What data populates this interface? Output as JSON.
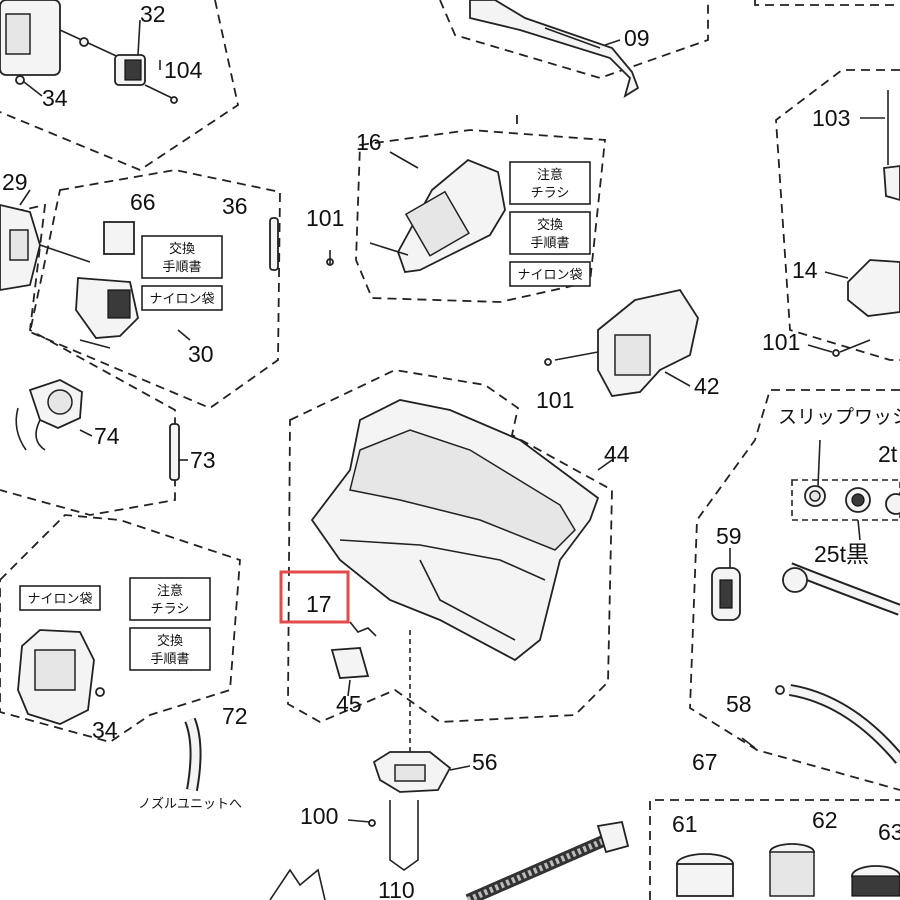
{
  "part_numbers": {
    "p32": "32",
    "p34a": "34",
    "p104": "104",
    "p09": "09",
    "p103": "103",
    "p16": "16",
    "p29": "29",
    "p66": "66",
    "p36": "36",
    "p101a": "101",
    "p14": "14",
    "p101b": "101",
    "p101c": "101",
    "p42": "42",
    "p30": "30",
    "p74": "74",
    "p73": "73",
    "p44": "44",
    "p2t": "2t",
    "p25t": "25t黒",
    "p59": "59",
    "p17": "17",
    "p45": "45",
    "p72": "72",
    "p34b": "34",
    "p56": "56",
    "p58": "58",
    "p67": "67",
    "p100": "100",
    "p61": "61",
    "p62": "62",
    "p63": "63",
    "p110": "110"
  },
  "labels": {
    "caution_flyer_a_1": "注意",
    "caution_flyer_a_2": "チラシ",
    "replace_guide_a_1": "交換",
    "replace_guide_a_2": "手順書",
    "nylon_bag_a": "ナイロン袋",
    "replace_guide_b_1": "交換",
    "replace_guide_b_2": "手順書",
    "nylon_bag_b": "ナイロン袋",
    "nylon_bag_c": "ナイロン袋",
    "caution_flyer_c_1": "注意",
    "caution_flyer_c_2": "チラシ",
    "replace_guide_c_1": "交換",
    "replace_guide_c_2": "手順書",
    "slip_washer": "スリップワッシ",
    "to_nozzle_unit": "ノズルユニットへ"
  },
  "highlight": {
    "part": "17",
    "color": "#e34b4b"
  }
}
